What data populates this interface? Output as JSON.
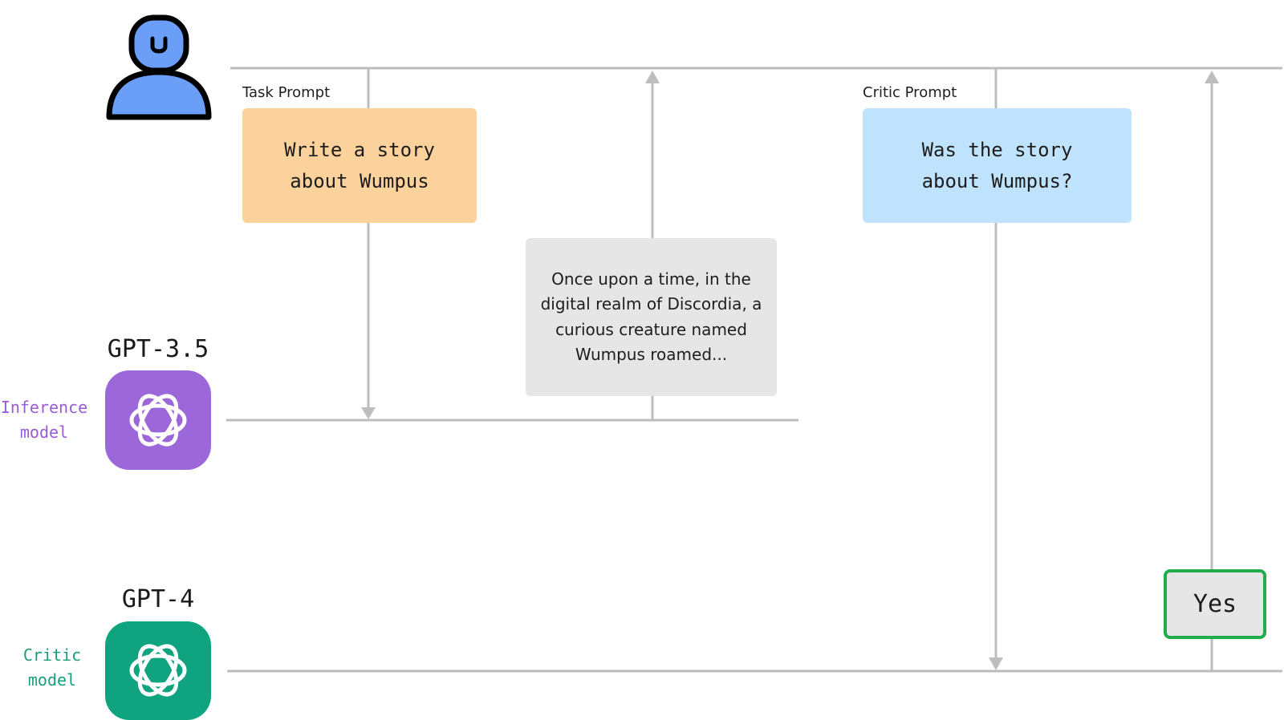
{
  "user": {
    "icon": "user-icon",
    "fill": "#6a9ef7"
  },
  "labels": {
    "task_prompt": "Task Prompt",
    "critic_prompt": "Critic Prompt"
  },
  "messages": {
    "task": "Write a story\nabout Wumpus",
    "story": "Once upon a time, in the digital realm of Discordia, a curious creature named Wumpus roamed...",
    "critic": "Was the story\nabout Wumpus?",
    "verdict": "Yes"
  },
  "models": {
    "inference": {
      "name": "GPT-3.5",
      "role": "Inference\nmodel",
      "icon": "openai-logo-icon",
      "color": "#9b67d9"
    },
    "critic": {
      "name": "GPT-4",
      "role": "Critic\nmodel",
      "icon": "openai-logo-icon",
      "color": "#10a37f"
    }
  },
  "colors": {
    "task_box": "#fbd19c",
    "critic_box": "#bfe3fc",
    "story_box": "#e6e6e6",
    "verdict_border": "#1fae4b",
    "lines": "#bdbdbd"
  }
}
